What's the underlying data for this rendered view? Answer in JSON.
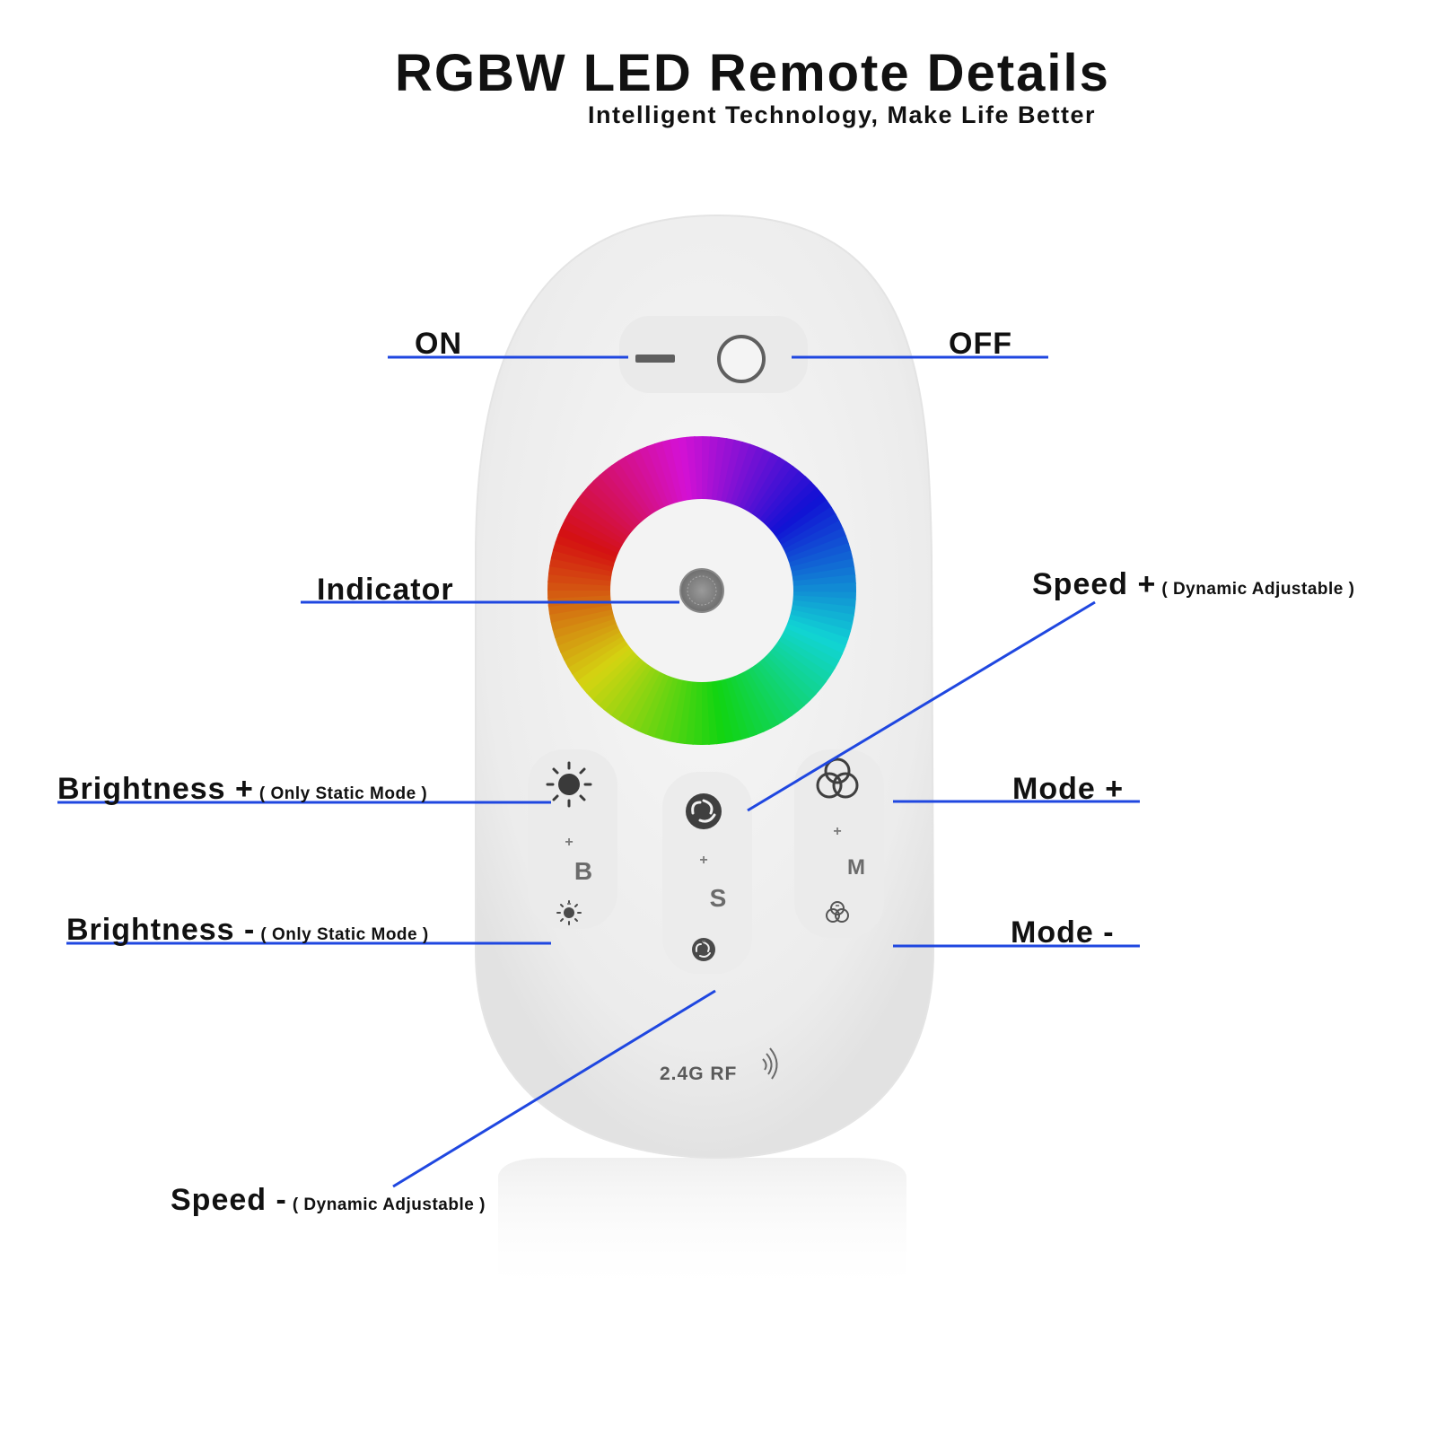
{
  "title": "RGBW LED Remote Details",
  "subtitle": "Intelligent Technology, Make Life Better",
  "callouts": {
    "on": "ON",
    "off": "OFF",
    "indicator": "Indicator",
    "speed_plus": "Speed +",
    "speed_plus_note": "( Dynamic Adjustable )",
    "brightness_plus": "Brightness +",
    "brightness_plus_note": "( Only Static Mode )",
    "brightness_minus": "Brightness -",
    "brightness_minus_note": "( Only Static Mode )",
    "mode_plus": "Mode +",
    "mode_minus": "Mode -",
    "speed_minus": "Speed -",
    "speed_minus_note": "( Dynamic Adjustable )"
  },
  "remote": {
    "letter_b": "B",
    "letter_s": "S",
    "letter_m": "M",
    "plus": "+",
    "minus": "-",
    "rf_label": "2.4G RF"
  },
  "colors": {
    "leader_line": "#1f47e0",
    "remote_body": "#f1f1f1"
  }
}
